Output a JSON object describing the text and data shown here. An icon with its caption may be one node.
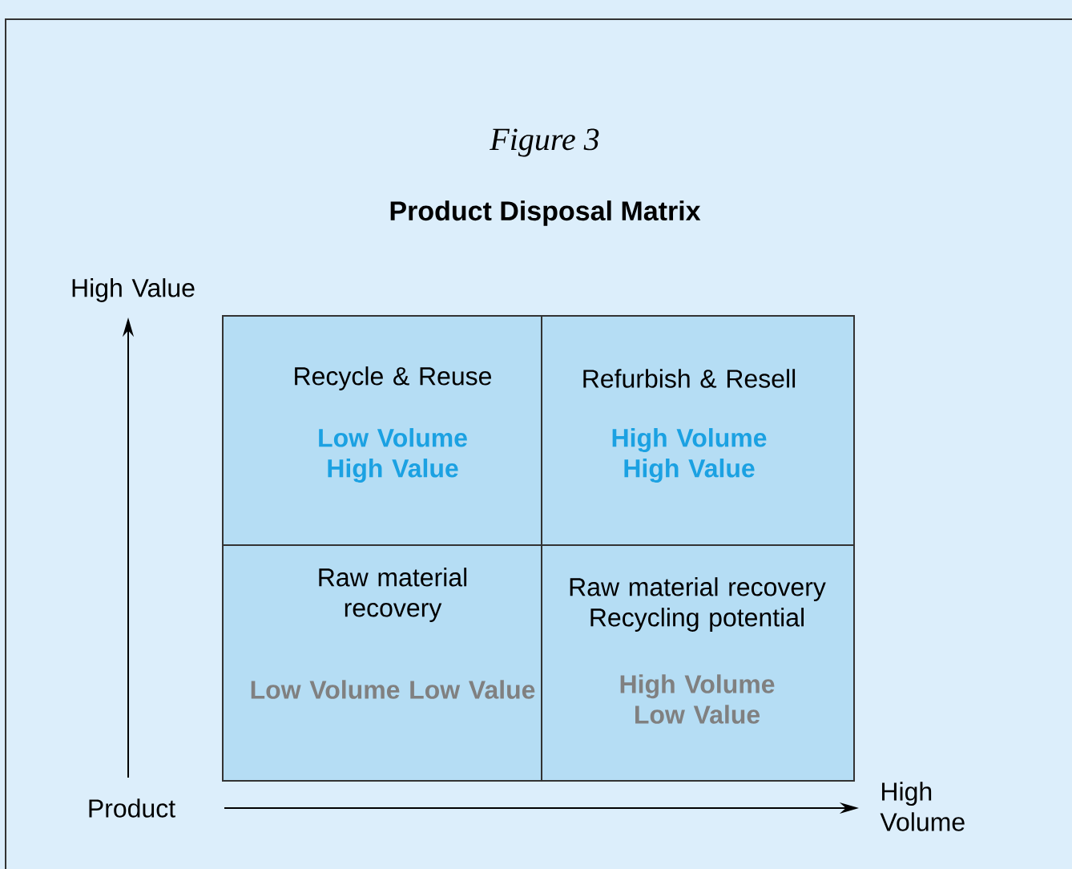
{
  "diagram": {
    "title": "Product Disposal Matrix",
    "nodes": [
      {
        "text": [
          "Recycle & Reuse",
          "Low Volume High Value"
        ]
      },
      {
        "text": [
          "Refurbish & Resell",
          "High Volume High Value"
        ]
      },
      {
        "text": [
          "Raw material recovery",
          "Low Volume Low Value"
        ]
      },
      {
        "text": [
          "Raw material recovery Recycling potential",
          "High Volume Low Value"
        ]
      }
    ],
    "edges": [],
    "labels": [
      "Figure 3",
      "High Value",
      "Product",
      "High Volume"
    ]
  }
}
